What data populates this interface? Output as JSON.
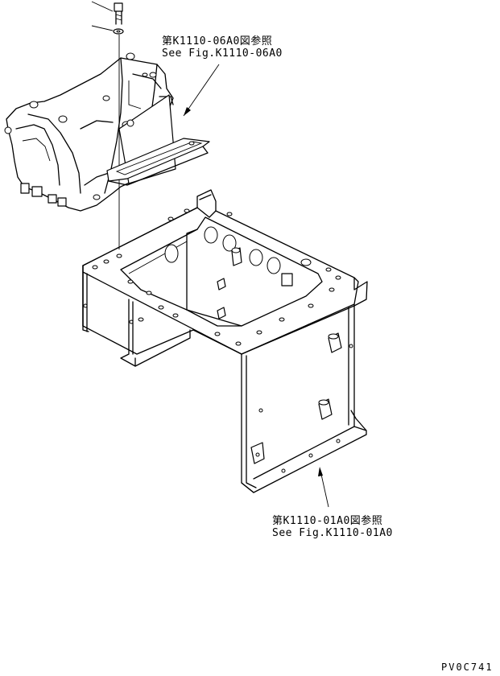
{
  "callouts": [
    {
      "line1": "第K1110-06A0図参照",
      "line2": "See Fig.K1110-06A0"
    },
    {
      "line1": "第K1110-01A0図参照",
      "line2": "See Fig.K1110-01A0"
    }
  ],
  "drawing_code": "PV0C741"
}
